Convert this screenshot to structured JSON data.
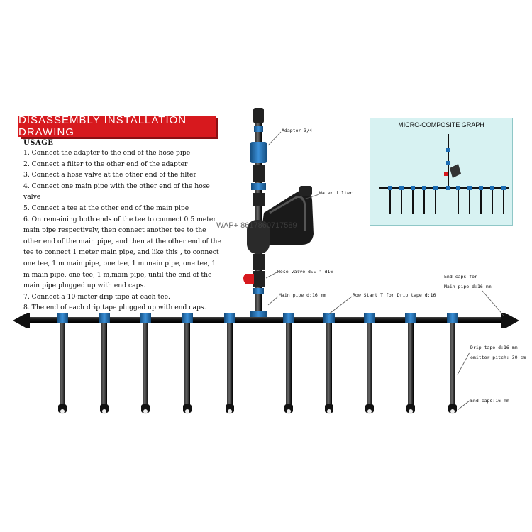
{
  "heading": "DISASSEMBLY INSTALLATION DRAWING",
  "usage_title": "USAGE",
  "steps": [
    "1. Connect the adapter to the end of the hose pipe",
    "2. Connect a filter to the other end of the adapter",
    "3. Connect a hose valve at the other end of the filter",
    "4. Connect one main pipe with the other end of the hose valve",
    "5. Connect a tee at the other end of the main pipe",
    "6. On remaining both ends of the tee to connect 0.5 meter main pipe respectively, then connect another tee to the other end of the main pipe, and then at the other end of the tee to connect 1 meter main pipe, and like this , to connect one tee, 1 m main pipe, one tee, 1 m main pipe, one tee, 1 m main pipe, one tee, 1 m,main pipe, until the end of the main pipe plugged up with end caps.",
    "7. Connect a 10-meter drip tape at each tee.",
    "8. The end of each drip tape plugged up with end caps."
  ],
  "inset_title": "MICRO-COMPOSITE GRAPH",
  "labels": {
    "adaptor": "Adaptor 3/4",
    "water_filter": "Water filter",
    "hose_valve": "Hose valve d₁₆ \"-d16",
    "main_pipe": "Main pipe d:16 mm",
    "row_start": "Row Start T for Drip tape d:16",
    "end_caps_main_1": "End caps for",
    "end_caps_main_2": "Main pipe d:16 mm",
    "drip_tape": "Drip tape d:16 mm",
    "emitter_pitch": "emitter pitch: 30 cm",
    "end_caps": "End caps:16 mm"
  },
  "watermark": "WAP+ 8617860717589",
  "colors": {
    "banner": "#d7191e",
    "pipe": "#111111",
    "fitting": "#1e6fb5",
    "inset_bg": "#d7f2f2",
    "valve": "#d7191e"
  }
}
